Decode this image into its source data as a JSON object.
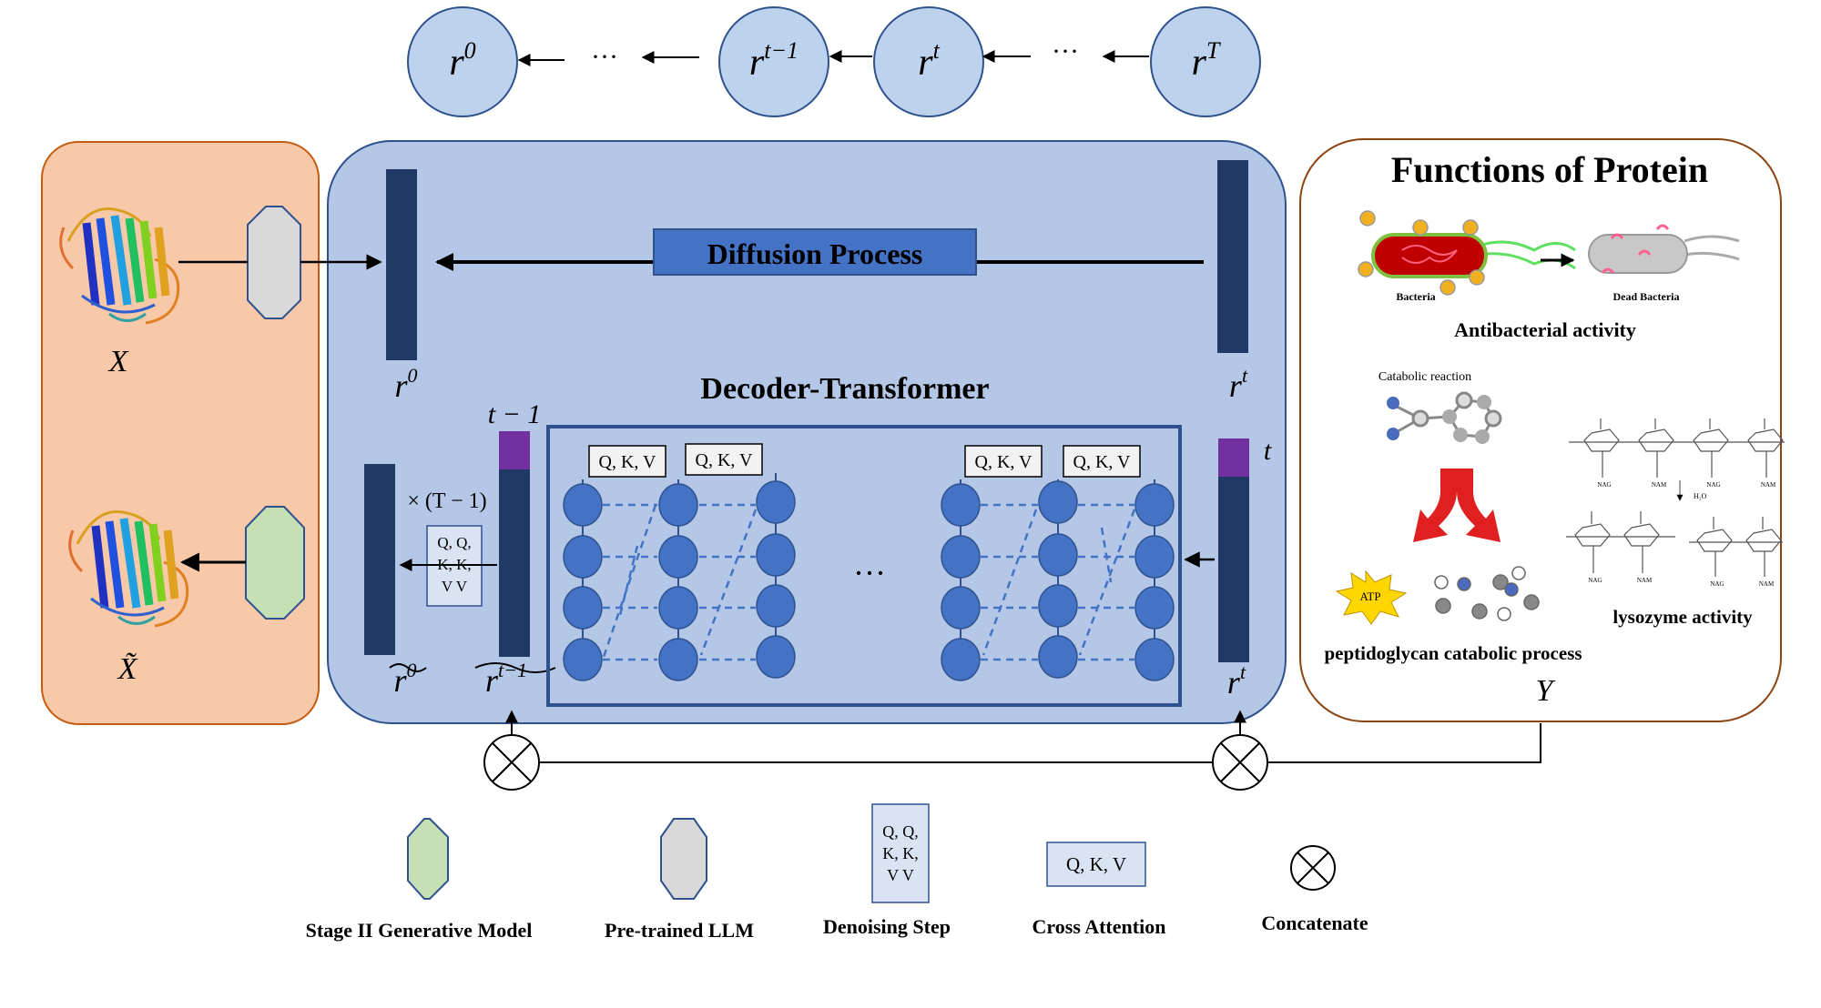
{
  "sequence": {
    "nodes": [
      {
        "base": "r",
        "sup": "0"
      },
      {
        "base": "r",
        "sup": "t−1"
      },
      {
        "base": "r",
        "sup": "t"
      },
      {
        "base": "r",
        "sup": "T"
      }
    ],
    "ellipsis": "···"
  },
  "left_panel": {
    "input_label": "X",
    "output_label": "X̃"
  },
  "main": {
    "diffusion_label": "Diffusion Process",
    "decoder_title": "Decoder-Transformer",
    "r0_top": {
      "base": "r",
      "sup": "0"
    },
    "rt_top": {
      "base": "r",
      "sup": "t"
    },
    "rt_bottom": {
      "base": "r",
      "sup": "t"
    },
    "r0_tilde": {
      "base": "r",
      "sup": "0"
    },
    "rt1_tilde": {
      "base": "r",
      "sup": "t−1"
    },
    "t_minus_1": "t − 1",
    "t_label": "t",
    "times_label": "× (T − 1)",
    "denoise_box": [
      "Q, Q,",
      "K, K,",
      "V  V"
    ],
    "qkv": "Q, K, V",
    "ellipsis": "···"
  },
  "right_panel": {
    "title": "Functions of Protein",
    "bacteria": "Bacteria",
    "dead_bacteria": "Dead Bacteria",
    "antibacterial": "Antibacterial activity",
    "catabolic_reaction": "Catabolic reaction",
    "atp": "ATP",
    "peptidoglycan": "peptidoglycan catabolic process",
    "lysozyme": "lysozyme activity",
    "y_label": "Y",
    "sugar_labels": [
      "NAG",
      "NAM",
      "NAG",
      "NAM"
    ],
    "water": "H₂O"
  },
  "legend": {
    "generative": "Stage II Generative Model",
    "llm": "Pre-trained LLM",
    "denoising": "Denoising Step",
    "denoise_box": [
      "Q,  Q,",
      "K,  K,",
      "V    V"
    ],
    "cross_attention": "Cross Attention",
    "qkv": "Q, K, V",
    "concatenate": "Concatenate"
  },
  "colors": {
    "sequence_fill": "#bdd3ed",
    "left_panel_fill": "#f8c9a8",
    "main_fill": "#b4c7e7",
    "dark_bar": "#1f3864",
    "node_blue": "#4472c4",
    "purple": "#7030a0",
    "diffusion_fill": "#4472c4",
    "llm_fill": "#d9d9d9",
    "generative_fill": "#c5e0b4"
  }
}
